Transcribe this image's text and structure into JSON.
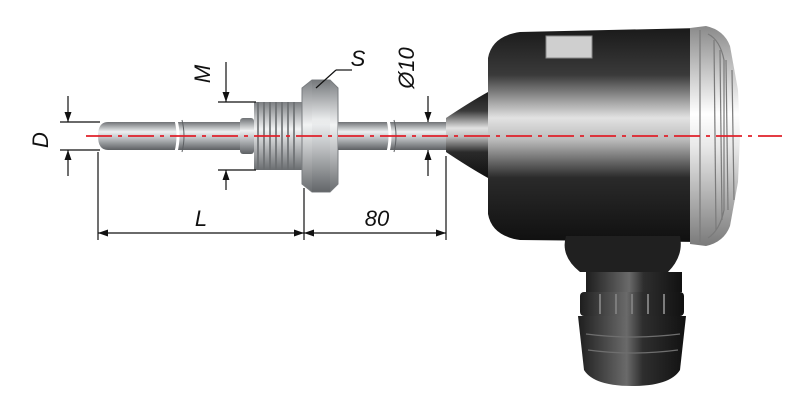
{
  "dimensions": {
    "diameter_label": "D",
    "thread_label": "M",
    "wrench_label": "S",
    "stem_diameter_label": "Ø10",
    "immersion_length_label": "L",
    "neck_length_label": "80"
  },
  "colors": {
    "axis_line": "#e0202a",
    "dimension_line": "#111111",
    "metal_dark": "#7a7d80",
    "metal_light": "#eef0f1",
    "head_body": "#1c1c1c",
    "head_highlight": "#d8d8d8"
  }
}
